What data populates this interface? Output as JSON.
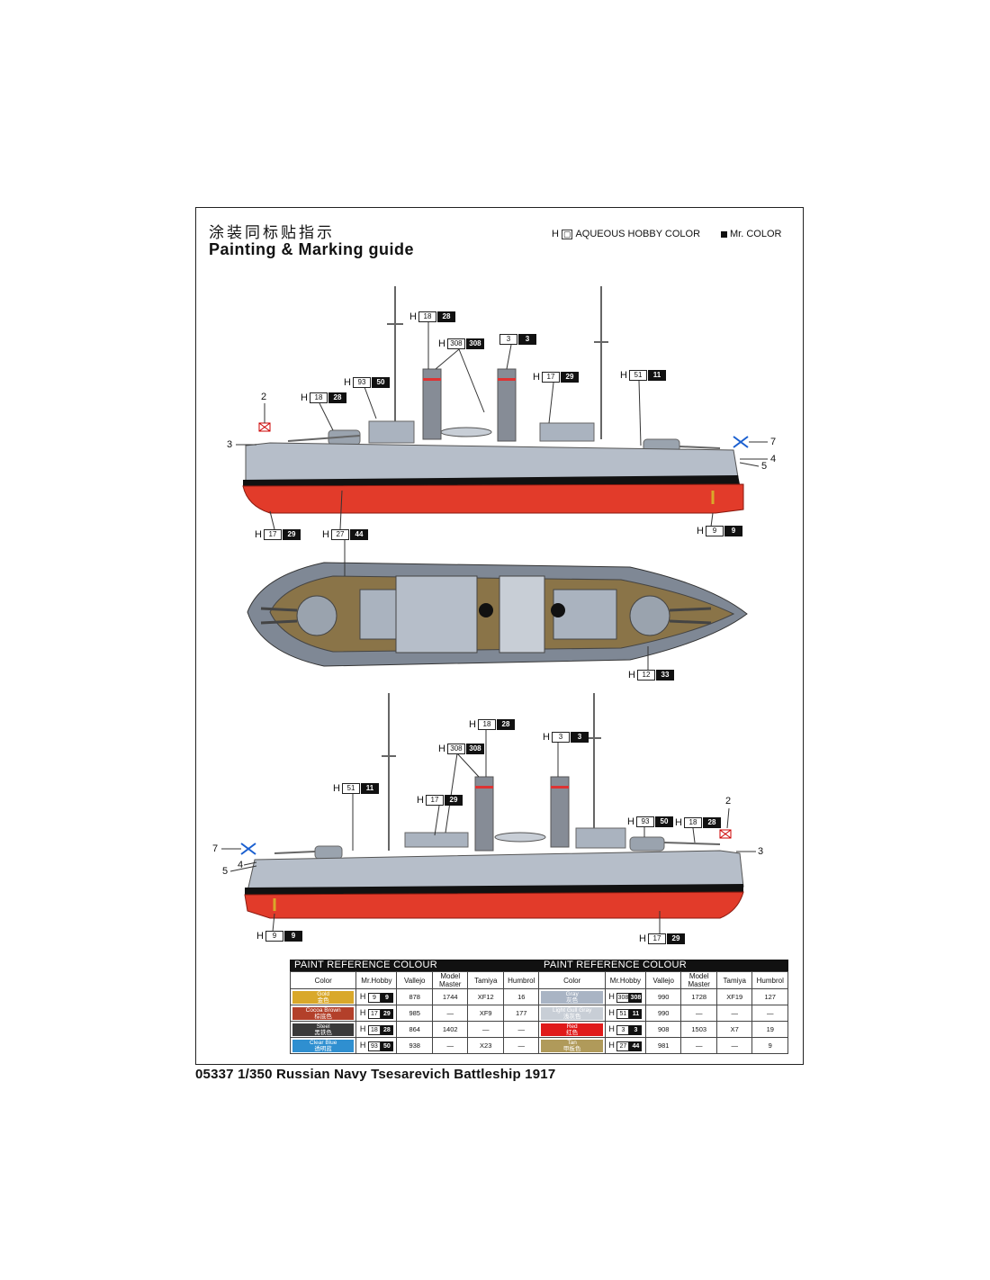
{
  "header": {
    "title_cn": "涂装同标贴指示",
    "title_en": "Painting & Marking guide",
    "legend_aqueous_prefix": "H",
    "legend_aqueous": "AQUEOUS HOBBY COLOR",
    "legend_mr": "Mr. COLOR"
  },
  "side_top": {
    "callouts": [
      {
        "id": "c1",
        "w": "18",
        "b": "28"
      },
      {
        "id": "c2",
        "w": "308",
        "b": "308"
      },
      {
        "id": "c3",
        "w": "3",
        "b": "3",
        "noH": true
      },
      {
        "id": "c4",
        "w": "93",
        "b": "50"
      },
      {
        "id": "c5",
        "w": "17",
        "b": "29"
      },
      {
        "id": "c6",
        "w": "51",
        "b": "11"
      },
      {
        "id": "c7",
        "w": "18",
        "b": "28"
      },
      {
        "id": "c8",
        "w": "17",
        "b": "29"
      },
      {
        "id": "c9",
        "w": "27",
        "b": "44"
      },
      {
        "id": "c10",
        "w": "9",
        "b": "9"
      }
    ],
    "numbers": [
      "2",
      "3",
      "7",
      "4",
      "5"
    ]
  },
  "plan_view": {
    "callouts": [
      {
        "id": "p1",
        "w": "12",
        "b": "33"
      }
    ]
  },
  "side_bottom": {
    "callouts": [
      {
        "id": "d1",
        "w": "18",
        "b": "28"
      },
      {
        "id": "d2",
        "w": "308",
        "b": "308"
      },
      {
        "id": "d3",
        "w": "3",
        "b": "3"
      },
      {
        "id": "d4",
        "w": "51",
        "b": "11"
      },
      {
        "id": "d5",
        "w": "17",
        "b": "29"
      },
      {
        "id": "d6",
        "w": "93",
        "b": "50"
      },
      {
        "id": "d7",
        "w": "18",
        "b": "28"
      },
      {
        "id": "d8",
        "w": "9",
        "b": "9"
      },
      {
        "id": "d9",
        "w": "17",
        "b": "29"
      }
    ],
    "numbers": [
      "2",
      "7",
      "4",
      "3",
      "5"
    ]
  },
  "paint_table": {
    "title_left": "PAINT  REFERENCE COLOUR",
    "title_right": "PAINT  REFERENCE COLOUR",
    "columns": [
      "Color",
      "Mr.Hobby",
      "Vallejo",
      "Model Master",
      "Tamiya",
      "Humbrol"
    ],
    "left_rows": [
      {
        "name": "Gold",
        "name_cn": "金色",
        "color": "#d9a82a",
        "h_w": "9",
        "h_b": "9",
        "vallejo": "878",
        "model_master": "1744",
        "tamiya": "XF12",
        "humbrol": "16"
      },
      {
        "name": "Cocoa Brown",
        "name_cn": "棕底色",
        "color": "#b3402a",
        "h_w": "17",
        "h_b": "29",
        "vallejo": "985",
        "model_master": "—",
        "tamiya": "XF9",
        "humbrol": "177"
      },
      {
        "name": "Steel",
        "name_cn": "黑铁色",
        "color": "#3a3a3a",
        "h_w": "18",
        "h_b": "28",
        "vallejo": "864",
        "model_master": "1402",
        "tamiya": "—",
        "humbrol": "—"
      },
      {
        "name": "Clear Blue",
        "name_cn": "透明蓝",
        "color": "#2f8fd0",
        "h_w": "93",
        "h_b": "50",
        "vallejo": "938",
        "model_master": "—",
        "tamiya": "X23",
        "humbrol": "—"
      }
    ],
    "right_rows": [
      {
        "name": "Gray",
        "name_cn": "灰色",
        "color": "#a9b4c4",
        "h_w": "308",
        "h_b": "308",
        "vallejo": "990",
        "model_master": "1728",
        "tamiya": "XF19",
        "humbrol": "127"
      },
      {
        "name": "Light Gull Gray",
        "name_cn": "浅灰色",
        "color": "#c8ced6",
        "h_w": "51",
        "h_b": "11",
        "vallejo": "990",
        "model_master": "—",
        "tamiya": "—",
        "humbrol": "—"
      },
      {
        "name": "Red",
        "name_cn": "红色",
        "color": "#e01a1a",
        "h_w": "3",
        "h_b": "3",
        "vallejo": "908",
        "model_master": "1503",
        "tamiya": "X7",
        "humbrol": "19"
      },
      {
        "name": "Tan",
        "name_cn": "甲板色",
        "color": "#b09a5a",
        "h_w": "27",
        "h_b": "44",
        "vallejo": "981",
        "model_master": "—",
        "tamiya": "—",
        "humbrol": "9"
      }
    ]
  },
  "footer": {
    "text": "05337 1/350  Russian Navy Tsesarevich Battleship 1917"
  }
}
